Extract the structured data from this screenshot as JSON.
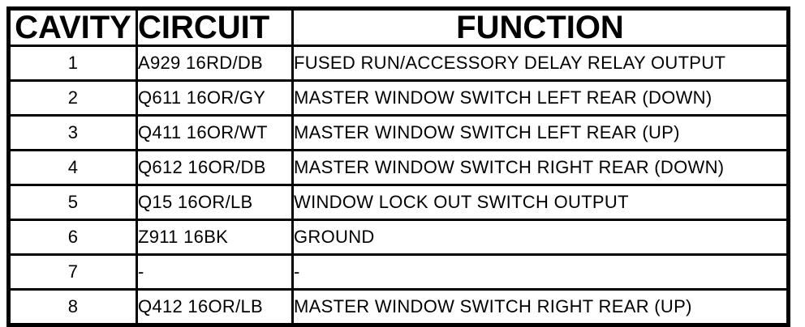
{
  "page": {
    "background_color": "#ffffff",
    "ink_color": "#000000"
  },
  "table": {
    "headers": [
      "CAVITY",
      "CIRCUIT",
      "FUNCTION"
    ],
    "rows": [
      {
        "cavity": "1",
        "circuit": "A929 16RD/DB",
        "function": "FUSED RUN/ACCESSORY DELAY RELAY OUTPUT"
      },
      {
        "cavity": "2",
        "circuit": "Q611 16OR/GY",
        "function": "MASTER WINDOW SWITCH LEFT REAR (DOWN)"
      },
      {
        "cavity": "3",
        "circuit": "Q411 16OR/WT",
        "function": "MASTER WINDOW SWITCH LEFT REAR (UP)"
      },
      {
        "cavity": "4",
        "circuit": "Q612 16OR/DB",
        "function": "MASTER WINDOW SWITCH RIGHT REAR (DOWN)"
      },
      {
        "cavity": "5",
        "circuit": "Q15 16OR/LB",
        "function": "WINDOW LOCK OUT SWITCH OUTPUT"
      },
      {
        "cavity": "6",
        "circuit": "Z911 16BK",
        "function": "GROUND"
      },
      {
        "cavity": "7",
        "circuit": "-",
        "function": "-"
      },
      {
        "cavity": "8",
        "circuit": "Q412 16OR/LB",
        "function": "MASTER WINDOW SWITCH RIGHT REAR (UP)"
      }
    ]
  }
}
